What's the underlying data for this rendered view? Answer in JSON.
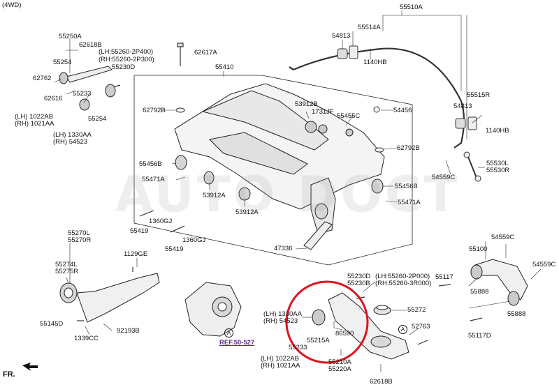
{
  "header": {
    "variant": "(4WD)"
  },
  "watermark": "AUTO DOCT",
  "orientation": {
    "label": "FR."
  },
  "reference": {
    "label": "REF.50-527",
    "marker": "A"
  },
  "colors": {
    "highlight": "#e0141e",
    "reference": "#5a2a8c",
    "line": "#222222"
  },
  "labels": {
    "l55510A": "55510A",
    "l55514A": "55514A",
    "l54813a": "54813",
    "l1140HBa": "1140HB",
    "l55515R": "55515R",
    "l54813b": "54813",
    "l1140HBb": "1140HB",
    "l55250A": "55250A",
    "l62618Ba": "62618B",
    "lLH55260": "(LH:55260-2P400)",
    "lRH55260": "(RH:55260-2P300)",
    "l55254a": "55254",
    "l55230Da": "55230D",
    "l62617A": "62617A",
    "l55410": "55410",
    "l62762": "62762",
    "l62616": "62616",
    "l55233a": "55233",
    "l55254b": "55254",
    "lLH1022AB": "(LH) 1022AB",
    "lRH1021AA": "(RH) 1021AA",
    "lLH1330AA": "(LH) 1330AA",
    "lRH54523": "(RH)  54523",
    "l62792Ba": "62792B",
    "l53912Ba": "53912B",
    "l1731JF": "1731JF",
    "l55455C": "55455C",
    "l54456": "54456",
    "l62792Bb": "62792B",
    "l55456Ba": "55456B",
    "l55471Aa": "55471A",
    "l53912Aa": "53912A",
    "l53912Ab": "53912A",
    "l55456Bb": "55456B",
    "l55471Ab": "55471A",
    "l54559Ca": "54559C",
    "l55530L": "55530L",
    "l55530R": "55530R",
    "l55419a": "55419",
    "l1360GJa": "1360GJ",
    "l55419b": "55419",
    "l1360GJb": "1360GJ",
    "l47336": "47336",
    "l55270L": "55270L",
    "l55270R": "55270R",
    "l1129GE": "1129GE",
    "l55274L": "55274L",
    "l55275R": "55275R",
    "l55145D": "55145D",
    "l1339CC": "1339CC",
    "l92193B": "92193B",
    "l55230Db": "55230D",
    "l55230B": "55230B",
    "lLH55260b": "(LH:55260-2P000)",
    "lRH55260b": "(RH:55260-3R000)",
    "l54559Cb": "54559C",
    "l55100": "55100",
    "l54559Cc": "54559C",
    "l55117a": "55117",
    "l55888a": "55888",
    "l55888b": "55888",
    "l55117D": "55117D",
    "lLH1330AAb": "(LH) 1330AA",
    "lRH54523b": "(RH)  54523",
    "l55272": "55272",
    "l52763": "52763",
    "l86590": "86590",
    "l55215A": "55215A",
    "l55233b": "55233",
    "lLH1022ABb": "(LH) 1022AB",
    "lRH1021AAb": "(RH) 1021AA",
    "l55210A": "55210A",
    "l55220A": "55220A",
    "l62618Bb": "62618B"
  }
}
